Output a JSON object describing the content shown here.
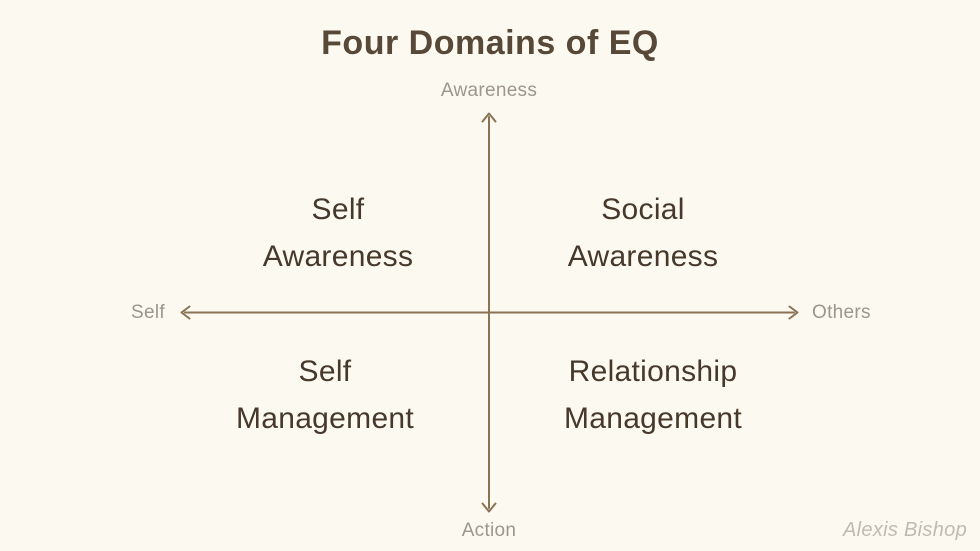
{
  "title": "Four Domains of EQ",
  "axes": {
    "vertical_top_label": "Awareness",
    "vertical_bottom_label": "Action",
    "horizontal_left_label": "Self",
    "horizontal_right_label": "Others"
  },
  "quadrants": {
    "top_left": {
      "line1": "Self",
      "line2": "Awareness"
    },
    "top_right": {
      "line1": "Social",
      "line2": "Awareness"
    },
    "bottom_left": {
      "line1": "Self",
      "line2": "Management"
    },
    "bottom_right": {
      "line1": "Relationship",
      "line2": "Management"
    }
  },
  "attribution": "Alexis Bishop",
  "colors": {
    "background": "#fcf9f1",
    "axis_line": "#8a7355",
    "title_text": "#574838",
    "quadrant_text": "#46382a",
    "axis_label_text": "#9d968c",
    "attribution_text": "#c0bab1"
  }
}
